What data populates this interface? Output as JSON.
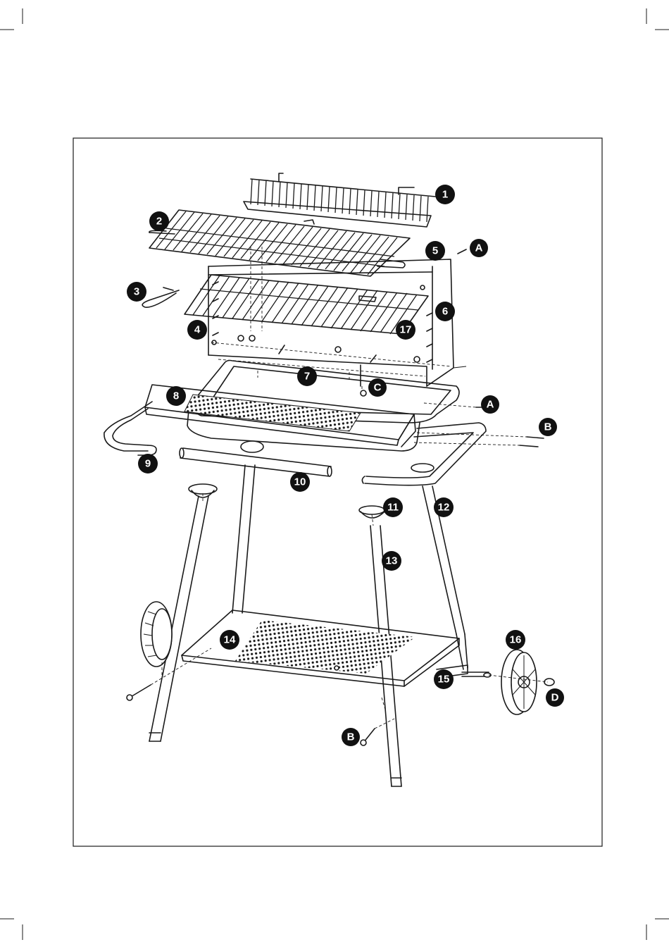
{
  "callouts": [
    {
      "id": "part-1",
      "label": "1"
    },
    {
      "id": "part-2",
      "label": "2"
    },
    {
      "id": "part-3",
      "label": "3"
    },
    {
      "id": "part-4",
      "label": "4"
    },
    {
      "id": "part-5",
      "label": "5"
    },
    {
      "id": "part-6",
      "label": "6"
    },
    {
      "id": "part-7",
      "label": "7"
    },
    {
      "id": "part-8",
      "label": "8"
    },
    {
      "id": "part-9",
      "label": "9"
    },
    {
      "id": "part-10",
      "label": "10"
    },
    {
      "id": "part-11",
      "label": "11"
    },
    {
      "id": "part-12",
      "label": "12"
    },
    {
      "id": "part-13",
      "label": "13"
    },
    {
      "id": "part-14",
      "label": "14"
    },
    {
      "id": "part-15",
      "label": "15"
    },
    {
      "id": "part-16",
      "label": "16"
    },
    {
      "id": "part-17",
      "label": "17"
    },
    {
      "id": "hw-A1",
      "label": "A"
    },
    {
      "id": "hw-A2",
      "label": "A"
    },
    {
      "id": "hw-B1",
      "label": "B"
    },
    {
      "id": "hw-B2",
      "label": "B"
    },
    {
      "id": "hw-C",
      "label": "C"
    },
    {
      "id": "hw-D",
      "label": "D"
    }
  ]
}
